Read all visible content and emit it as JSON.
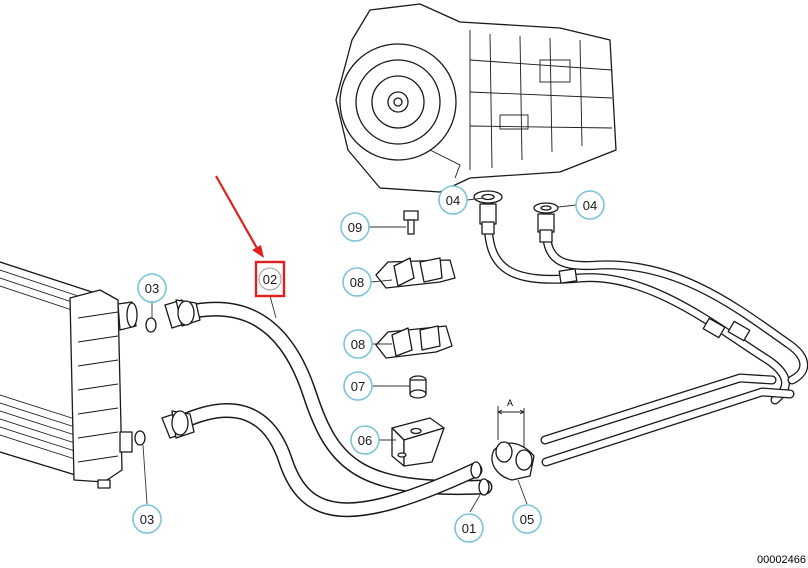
{
  "callouts": [
    {
      "label": "01"
    },
    {
      "label": "03"
    },
    {
      "label": "03"
    },
    {
      "label": "04"
    },
    {
      "label": "04"
    },
    {
      "label": "05"
    },
    {
      "label": "06"
    },
    {
      "label": "07"
    },
    {
      "label": "08"
    },
    {
      "label": "08"
    },
    {
      "label": "09"
    }
  ],
  "highlight": {
    "label": "02",
    "color": "#e02020"
  },
  "callout_color": "#7cc4d8",
  "dimension_label": "A",
  "drawing_ref": "00002466"
}
